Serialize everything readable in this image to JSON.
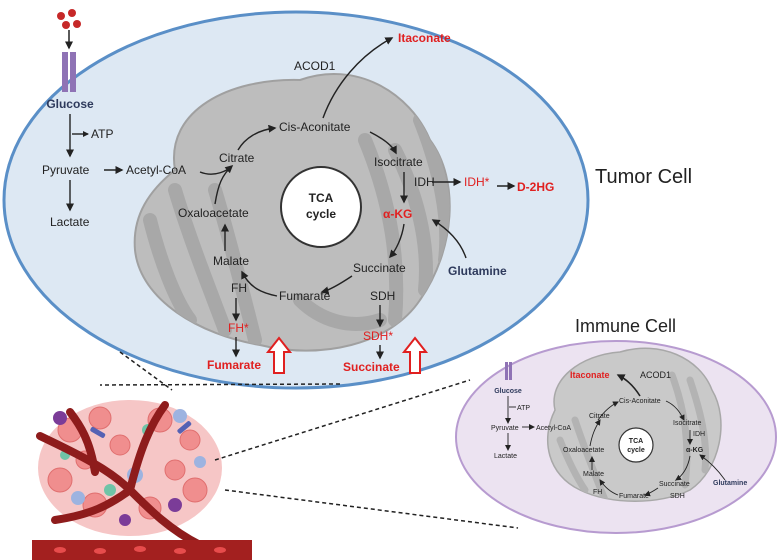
{
  "tumor_cell": {
    "label": "Tumor Cell",
    "glucose": "Glucose",
    "atp": "ATP",
    "pyruvate": "Pyruvate",
    "acetyl_coa": "Acetyl-CoA",
    "lactate": "Lactate",
    "citrate": "Citrate",
    "cis_aconitate": "Cis-Aconitate",
    "acod1": "ACOD1",
    "itaconate": "Itaconate",
    "isocitrate": "Isocitrate",
    "idh": "IDH",
    "idh_mut": "IDH*",
    "d2hg": "D-2HG",
    "tca_line1": "TCA",
    "tca_line2": "cycle",
    "oxaloacetate": "Oxaloacetate",
    "akg": "α-KG",
    "glutamine": "Glutamine",
    "malate": "Malate",
    "succinate": "Succinate",
    "fumarate": "Fumarate",
    "fh": "FH",
    "sdh": "SDH",
    "fh_mut": "FH*",
    "sdh_mut": "SDH*",
    "fumarate_out": "Fumarate",
    "succinate_out": "Succinate"
  },
  "immune_cell": {
    "label": "Immune Cell",
    "glucose": "Glucose",
    "atp": "ATP",
    "pyruvate": "Pyruvate",
    "acetyl_coa": "Acetyl-CoA",
    "lactate": "Lactate",
    "citrate": "Citrate",
    "cis_aconitate": "Cis-Aconitate",
    "acod1": "ACOD1",
    "itaconate": "Itaconate",
    "isocitrate": "Isocitrate",
    "idh": "IDH",
    "oxaloacetate": "Oxaloacetate",
    "tca_line1": "TCA",
    "tca_line2": "cycle",
    "akg": "α-KG",
    "malate": "Malate",
    "glutamine": "Glutamine",
    "succinate": "Succinate",
    "fh": "FH",
    "fumarate": "Fumarate",
    "sdh": "SDH"
  },
  "colors": {
    "red": "#e02020",
    "dark_text": "#222222",
    "navy": "#2e3a5c",
    "tumor_fill": "#dde8f3",
    "tumor_stroke": "#5a8fc7",
    "immune_fill": "#ece3f1",
    "immune_stroke": "#b79bd0",
    "mito_outer": "#bdbdbd",
    "mito_inner": "#a6a6a6",
    "vessel": "#a3201f",
    "transporter": "#8f73b5"
  }
}
